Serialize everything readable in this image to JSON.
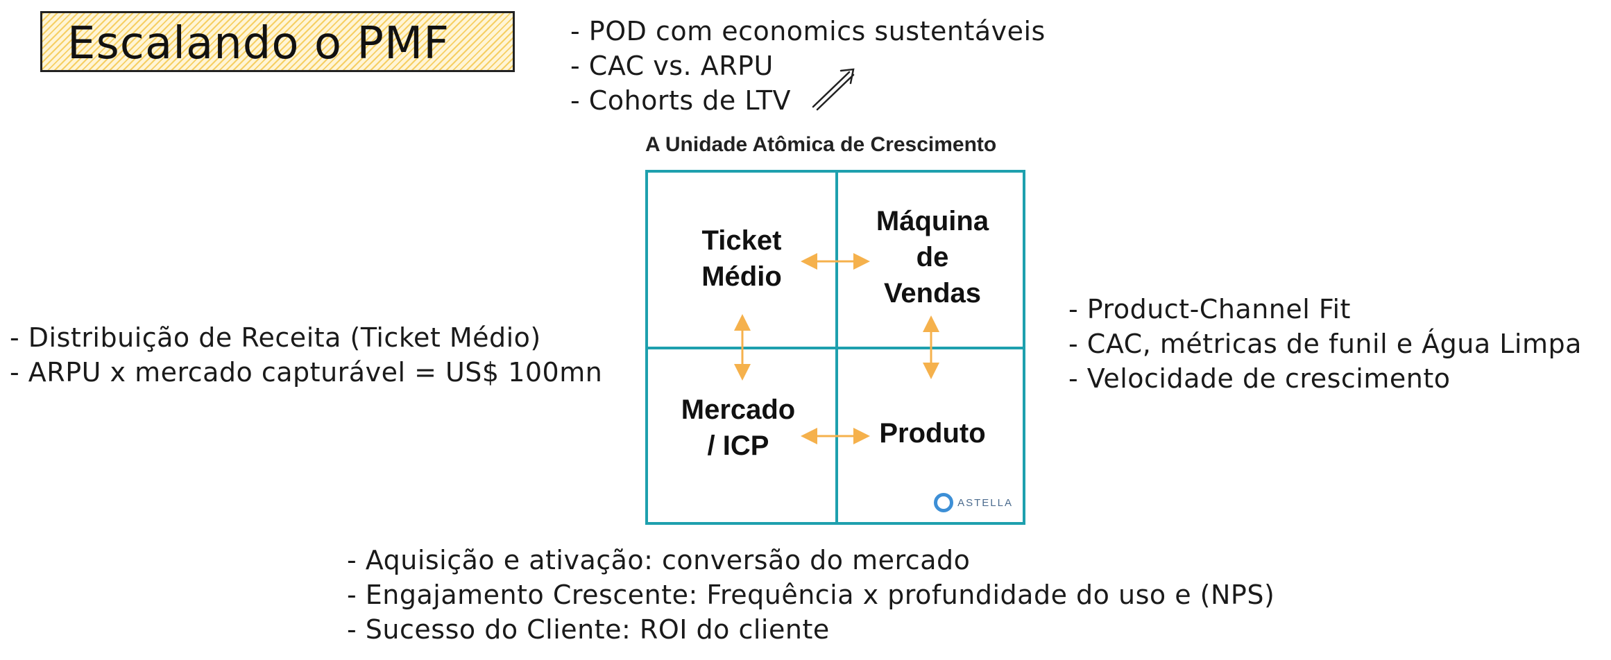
{
  "title": "Escalando o PMF",
  "top_notes": [
    "POD com economics sustentáveis",
    "CAC vs. ARPU",
    "Cohorts de LTV"
  ],
  "diagram": {
    "title": "A Unidade Atômica de Crescimento",
    "cells": {
      "ticket": "Ticket\nMédio",
      "maquina": "Máquina\nde\nVendas",
      "mercado": "Mercado\n/ ICP",
      "produto": "Produto"
    },
    "logo_text": "ASTELLA",
    "colors": {
      "grid": "#1ea0ae",
      "arrows": "#f5b14c",
      "title_highlight": "#f6cf63",
      "logo": "#3d8fd6"
    }
  },
  "left_notes": [
    "Distribuição de Receita (Ticket Médio)",
    "ARPU x mercado capturável = US$ 100mn"
  ],
  "right_notes": [
    "Product-Channel Fit",
    "CAC, métricas de funil e Água Limpa",
    "Velocidade de crescimento"
  ],
  "bottom_notes": [
    "Aquisição e ativação: conversão do mercado",
    "Engajamento Crescente: Frequência x profundidade do uso e (NPS)",
    "Sucesso do Cliente: ROI do cliente"
  ]
}
